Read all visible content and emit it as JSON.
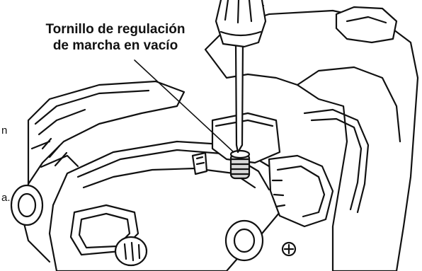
{
  "callout": {
    "line1": "Tornillo de regulación",
    "line2": "de marcha en vacío"
  },
  "margin_fragments": {
    "frag1": "n",
    "frag2": "a."
  },
  "colors": {
    "ink": "#111111",
    "paper": "#ffffff",
    "shade": "#d9d9d9"
  }
}
